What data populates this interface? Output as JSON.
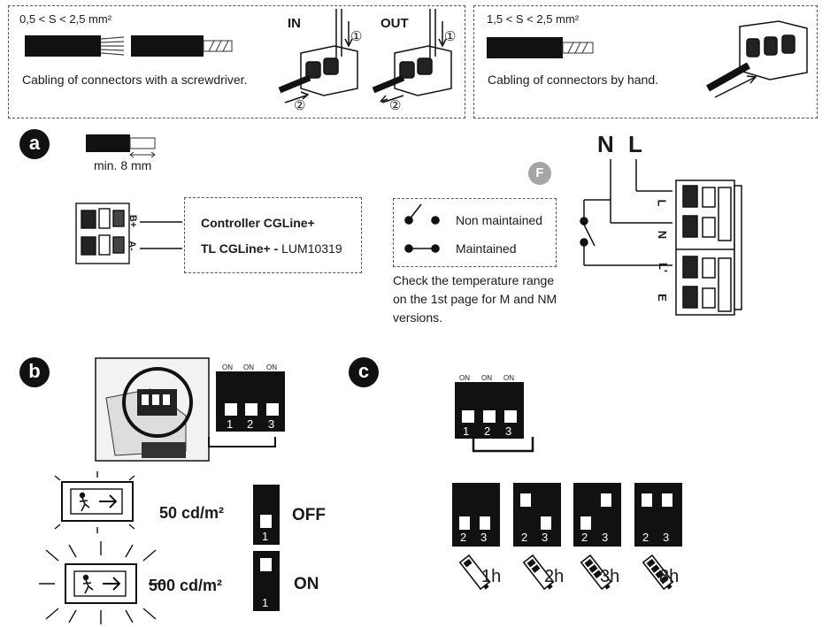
{
  "top": {
    "box1_spec": "0,5 < S < 2,5 mm²",
    "box1_caption": "Cabling of connectors with a screwdriver.",
    "in_label": "IN",
    "out_label": "OUT",
    "step1": "①",
    "step2": "②",
    "box2_spec": "1,5 < S < 2,5 mm²",
    "box2_caption": "Cabling of connectors by hand."
  },
  "section_a": {
    "badge": "a",
    "strip_label": "min. 8 mm",
    "controller_label": "Controller CGLine+",
    "tl_bold": "TL CGLine+ -",
    "tl_code": " LUM10319",
    "terminal_plus": "B+",
    "terminal_minus": "A-",
    "f_badge": "F",
    "legend_nm": "Non maintained",
    "legend_m": "Maintained",
    "note_line1": "Check the temperature range",
    "note_line2": "on the 1st page for M and NM",
    "note_line3": "versions.",
    "n_label": "N",
    "l_label": "L",
    "term_l": "L",
    "term_n": "N",
    "term_l2": "L'",
    "term_e": "E"
  },
  "section_b": {
    "badge": "b",
    "on_label": "ON",
    "sw_nums": [
      "1",
      "2",
      "3"
    ],
    "lum1_value": "50 cd/m²",
    "lum1_state": "OFF",
    "lum2_value": "500 cd/m²",
    "lum2_state": "ON",
    "sw1_num": "1"
  },
  "section_c": {
    "badge": "c",
    "on_label": "ON",
    "sw_nums": [
      "1",
      "2",
      "3"
    ],
    "durations": [
      "1h",
      "2h",
      "3h",
      "8h"
    ],
    "pair_nums": [
      "2",
      "3"
    ]
  }
}
